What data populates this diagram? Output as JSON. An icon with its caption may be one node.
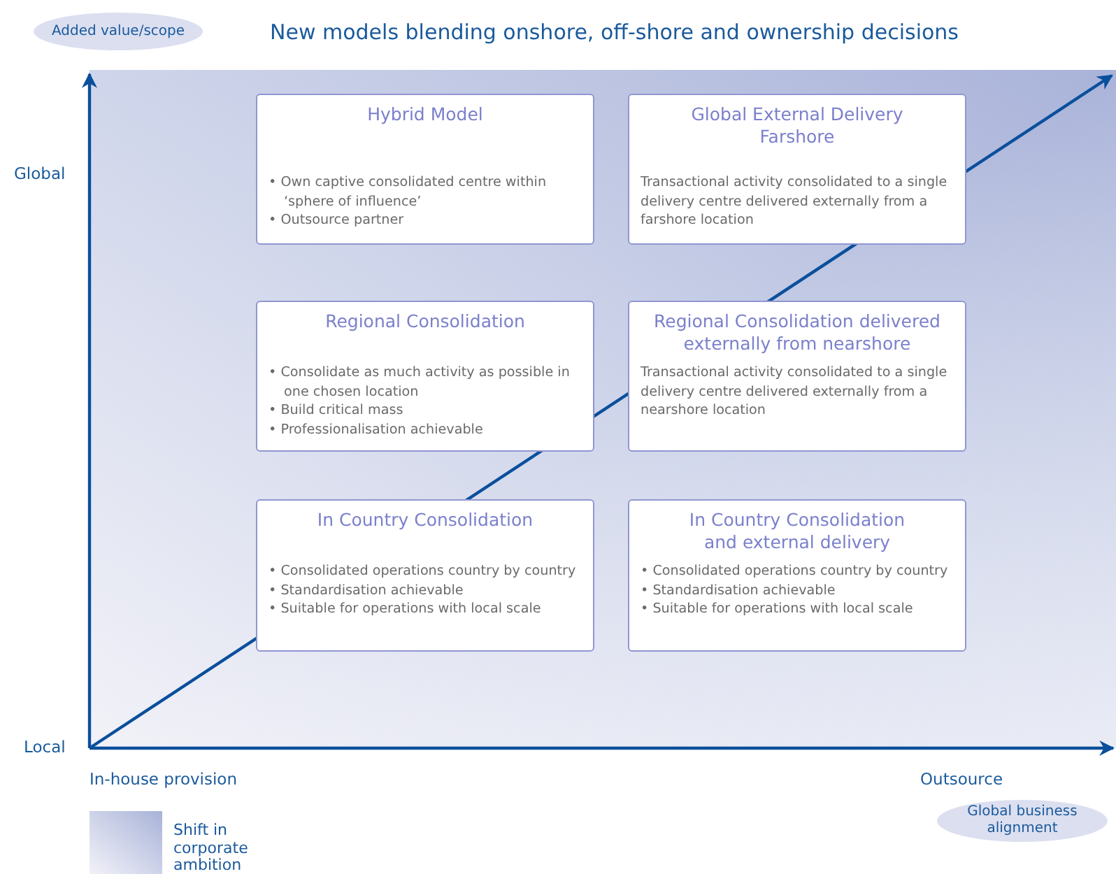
{
  "diagram": {
    "title": "New models blending onshore, off-shore and ownership decisions",
    "nodes": [
      {
        "text": [
          "Added value/scope"
        ]
      },
      {
        "text": [
          "Hybrid Model",
          "• Own captive consolidated centre within ‘sphere of influence’",
          "• Outsource partner"
        ]
      },
      {
        "text": [
          "Global External Delivery Farshore",
          "Transactional activity consolidated to a single delivery centre delivered externally from a farshore location"
        ]
      },
      {
        "text": [
          "Regional Consolidation",
          "• Consolidate as much activity as possible in one chosen location",
          "• Build critical mass",
          "• Professionalisation achievable"
        ]
      },
      {
        "text": [
          "Regional Consolidation delivered externally from nearshore",
          "Transactional activity consolidated to a single delivery centre delivered externally from a nearshore location"
        ]
      },
      {
        "text": [
          "In Country Consolidation",
          "• Consolidated operations country by country",
          "• Standardisation achievable",
          "• Suitable for operations with local scale"
        ]
      },
      {
        "text": [
          "In Country Consolidation and external delivery",
          "• Consolidated operations country by country",
          "• Standardisation achievable",
          "• Suitable for operations with local scale"
        ]
      },
      {
        "text": [
          "Global business alignment"
        ]
      }
    ],
    "edges": [],
    "labels": [
      "Global",
      "Local",
      "In-house provision",
      "Outsource"
    ],
    "legend": [
      {
        "text": "Shift in corporate ambition"
      }
    ]
  }
}
